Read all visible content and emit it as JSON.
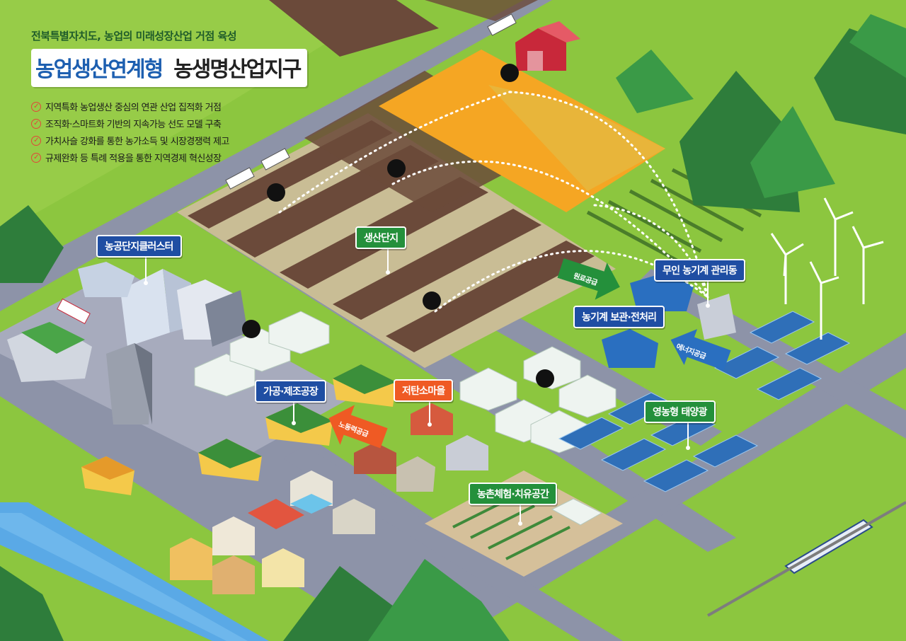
{
  "header": {
    "subtitle": "전북특별자치도, 농업의 미래성장산업 거점 육성",
    "title_main": "농업생산연계형",
    "title_sub": "농생명산업지구",
    "bullets": [
      "지역특화 농업생산 중심의 연관 산업 집적화 거점",
      "조직화·스마트화 기반의 지속가능 선도 모델 구축",
      "가치사슬 강화를 통한 농가소득 및 시장경쟁력 제고",
      "규제완화 등 특례 적용을 통한 지역경제 혁신성장"
    ]
  },
  "labels": {
    "cluster": "농공단지클러스터",
    "production": "생산단지",
    "unmanned": "무인 농기계 관리동",
    "storage": "농기계 보관·전처리",
    "processing": "가공·제조공장",
    "village": "저탄소마을",
    "solar": "영농형 태양광",
    "experience": "농촌체험·치유공간"
  },
  "arrows": {
    "raw_material": "원료공급",
    "labor": "노동력공급",
    "energy": "에너지공급"
  },
  "colors": {
    "grass": "#8cc63f",
    "road": "#8d93a8",
    "field_soil": "#6b4a3a",
    "wheat": "#f5a623",
    "label_blue": "#1f4ea3",
    "label_green": "#24903b",
    "label_orange": "#ef5a24"
  }
}
